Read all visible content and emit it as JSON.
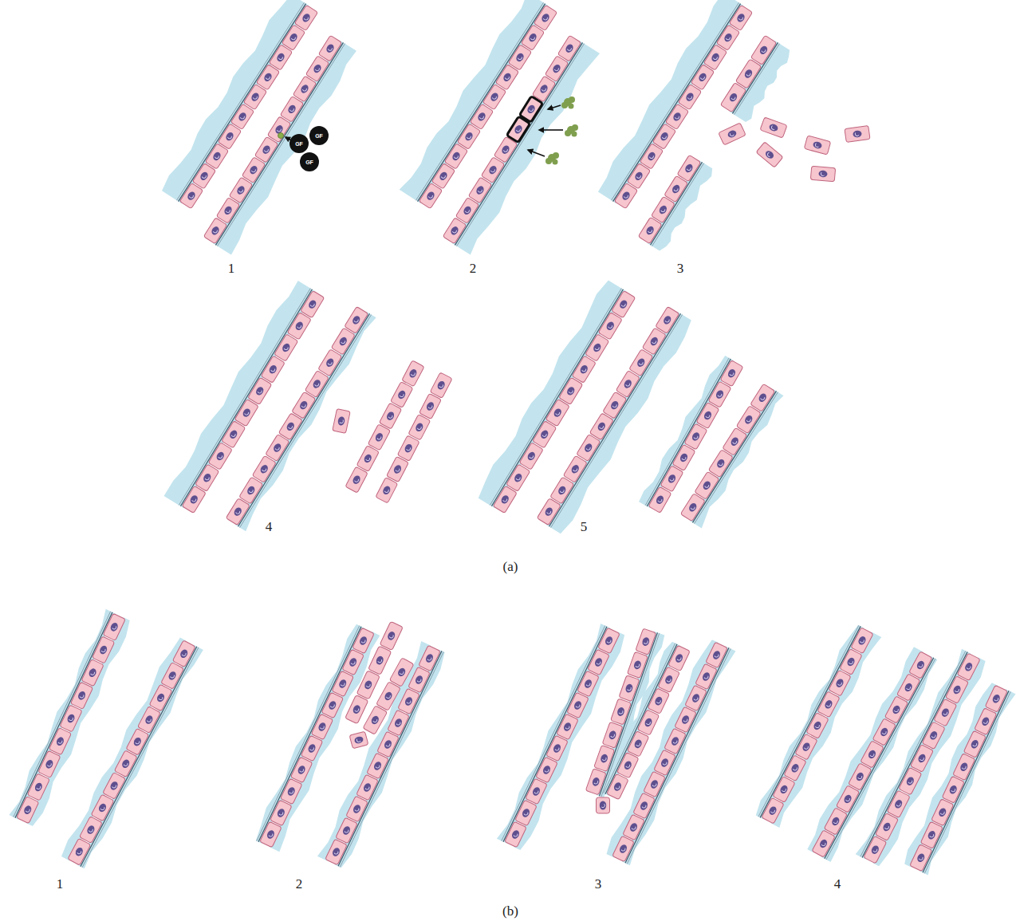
{
  "diagram": {
    "labels": [
      "1",
      "2",
      "3",
      "4",
      "5",
      "(a)",
      "1",
      "2",
      "3",
      "4",
      "(b)",
      "GF",
      "GF",
      "GF"
    ]
  }
}
